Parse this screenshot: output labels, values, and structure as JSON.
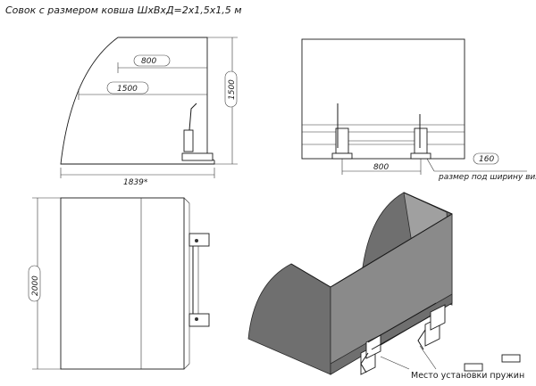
{
  "title": "Совок с размером ковша ШхВхД=2х1,5х1,5 м",
  "side_view": {
    "dim_top": "800",
    "dim_middle": "1500",
    "dim_bottom": "1839*",
    "dim_height": "1500"
  },
  "front_view": {
    "dim_bottom": "800",
    "dim_callout": "160",
    "callout_note": "размер под ширину вилы"
  },
  "top_view": {
    "dim_left": "2000"
  },
  "iso_view": {
    "spring_note": "Место установки пружин"
  }
}
